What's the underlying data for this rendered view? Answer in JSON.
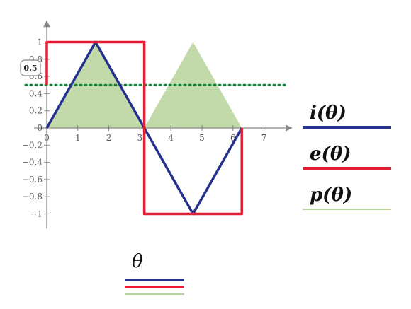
{
  "chart_data": {
    "type": "line",
    "x_range": [
      0,
      7.8
    ],
    "y_range": [
      -1.22,
      1.18
    ],
    "x_ticks": [
      0,
      1,
      2,
      3,
      4,
      5,
      6,
      7
    ],
    "y_ticks": [
      -1,
      -0.8,
      -0.6,
      -0.4,
      -0.2,
      0,
      0.2,
      0.4,
      0.6,
      0.8,
      1
    ],
    "y_tick_labels": [
      "−1",
      "−0.8",
      "−0.6",
      "−0.4",
      "−0.2",
      "0",
      "0.2",
      "0.4",
      "0.6",
      "0.8",
      "1"
    ],
    "x_tick_labels": [
      "0",
      "1",
      "2",
      "3",
      "4",
      "5",
      "6",
      "7"
    ],
    "marker": {
      "value": 0.5,
      "label": "0.5"
    },
    "x_axis_title": "θ",
    "series": [
      {
        "name": "i(θ)",
        "kind": "line",
        "color": "#25318f",
        "x": [
          0,
          1.5708,
          3.1416,
          4.7124,
          6.2832
        ],
        "y": [
          0,
          1,
          0,
          -1,
          0
        ]
      },
      {
        "name": "e(θ)",
        "kind": "line",
        "color": "#e41f35",
        "x": [
          0,
          0,
          3.1416,
          3.1416,
          6.2832,
          6.2832
        ],
        "y": [
          0.5,
          1,
          1,
          -1,
          -1,
          0
        ]
      },
      {
        "name": "p(θ)",
        "kind": "area",
        "color": "#b7d49a",
        "x": [
          0,
          1.5708,
          3.1416,
          4.7124,
          6.2832
        ],
        "y": [
          0,
          1,
          0,
          1,
          0
        ]
      }
    ]
  },
  "legend": [
    {
      "label": "i(θ)",
      "color": "#25318f"
    },
    {
      "label": "e(θ)",
      "color": "#e41f35"
    },
    {
      "label": "p(θ)",
      "color": "#b7d49a"
    }
  ],
  "marker_color": "#13843b"
}
